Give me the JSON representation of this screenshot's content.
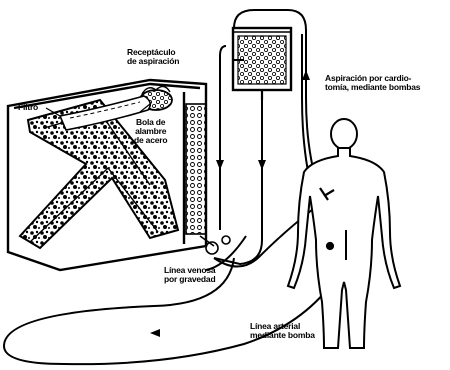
{
  "labels": {
    "receptacle": [
      "Receptáculo",
      "de aspiración"
    ],
    "filter": "Filtro",
    "steel_ball": [
      "Bola de",
      "alambre",
      "de acero"
    ],
    "aspiration": [
      "Aspiración por cardio-",
      "tomía, mediante bombas"
    ],
    "venous_line": [
      "Línea venosa",
      "por gravedad"
    ],
    "arterial_line": [
      "Línea arterial",
      "mediante bomba"
    ]
  }
}
